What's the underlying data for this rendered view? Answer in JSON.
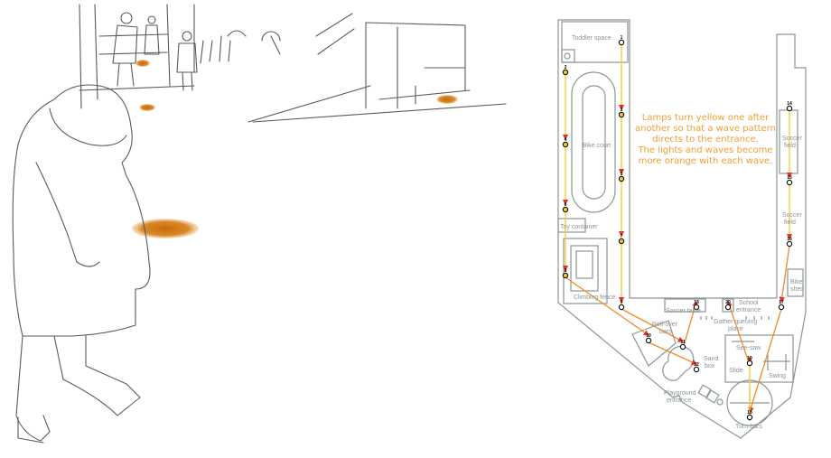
{
  "note": {
    "lines": [
      "Lamps turn yellow one after",
      "another so that a wave pattern",
      "directs to the entrance.",
      "The lights and waves become",
      "more orange with each wave."
    ]
  },
  "areas": {
    "toddler_space": "Toddler space",
    "bike_court": "Bike court",
    "toy_container": "Toy container",
    "climbing_fence": "Climbing fence",
    "soccer_field_1": [
      "Soccer",
      "field"
    ],
    "soccer_field_2": [
      "Soccer",
      "field"
    ],
    "bike_shed": [
      "Bike",
      "shed"
    ],
    "soccer_table": "Soccer table",
    "school_entrance": [
      "School",
      "entrance"
    ],
    "gather_queuing": [
      "Gather queuing",
      "place"
    ],
    "roll_over_bars": [
      "Roll-over",
      "bars"
    ],
    "sand_box": [
      "Sand",
      "box"
    ],
    "see_saw": "See-saw",
    "slide": "Slide",
    "swing": "Swing",
    "turn_bars": "Turn bars",
    "playground_entrance": [
      "Playground",
      "entrance"
    ]
  },
  "lamps": [
    "1",
    "2",
    "3",
    "4",
    "5",
    "6",
    "7",
    "8",
    "9",
    "10",
    "11",
    "12",
    "13",
    "14",
    "15",
    "16",
    "17",
    "18",
    "19",
    "20"
  ],
  "colors": {
    "wave_start": "#f5d020",
    "wave_end": "#e8302a",
    "note": "#f0a030",
    "light_spot": "#d9821e",
    "wall": "#8c9696"
  }
}
